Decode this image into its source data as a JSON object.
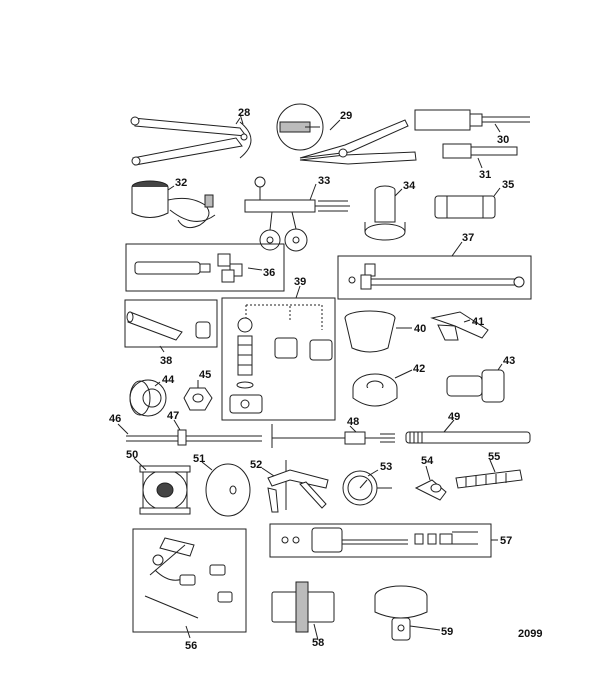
{
  "figure_number": "2099",
  "callouts": [
    "28",
    "29",
    "30",
    "31",
    "32",
    "33",
    "34",
    "35",
    "36",
    "37",
    "38",
    "39",
    "40",
    "41",
    "42",
    "43",
    "44",
    "45",
    "46",
    "47",
    "48",
    "49",
    "50",
    "51",
    "52",
    "53",
    "54",
    "55",
    "56",
    "57",
    "58",
    "59"
  ]
}
